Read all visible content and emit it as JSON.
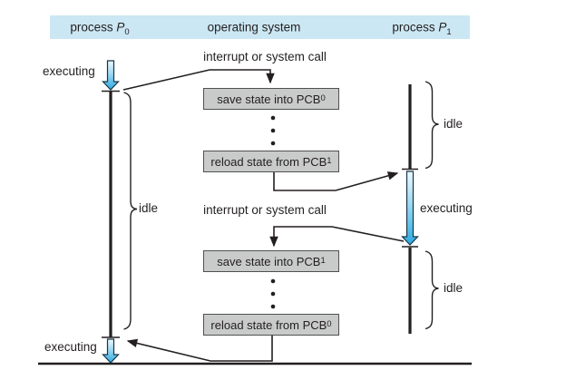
{
  "figure": {
    "header": {
      "columns": [
        {
          "text": "process ",
          "var": "P",
          "sub": "0"
        },
        {
          "text": "operating system",
          "var": "",
          "sub": ""
        },
        {
          "text": "process ",
          "var": "P",
          "sub": "1"
        }
      ]
    },
    "boxes": [
      {
        "text": "save state into PCB",
        "sub": "0"
      },
      {
        "text": "reload state from PCB",
        "sub": "1"
      },
      {
        "text": "save state into PCB",
        "sub": "1"
      },
      {
        "text": "reload state from PCB",
        "sub": "0"
      }
    ],
    "labels": {
      "interrupt_top": "interrupt or system call",
      "interrupt_mid": "interrupt or system call",
      "executing_p0_top": "executing",
      "executing_p0_bottom": "executing",
      "executing_p1": "executing",
      "idle_p0": "idle",
      "idle_p1_top": "idle",
      "idle_p1_bottom": "idle"
    },
    "colors": {
      "header_bg": "#cbe7f3",
      "box_bg": "#c9caca",
      "box_border": "#505052",
      "line": "#231f20",
      "arrow_gradient_top": "#eef9fe",
      "arrow_gradient_bottom": "#2aa9e1"
    }
  }
}
